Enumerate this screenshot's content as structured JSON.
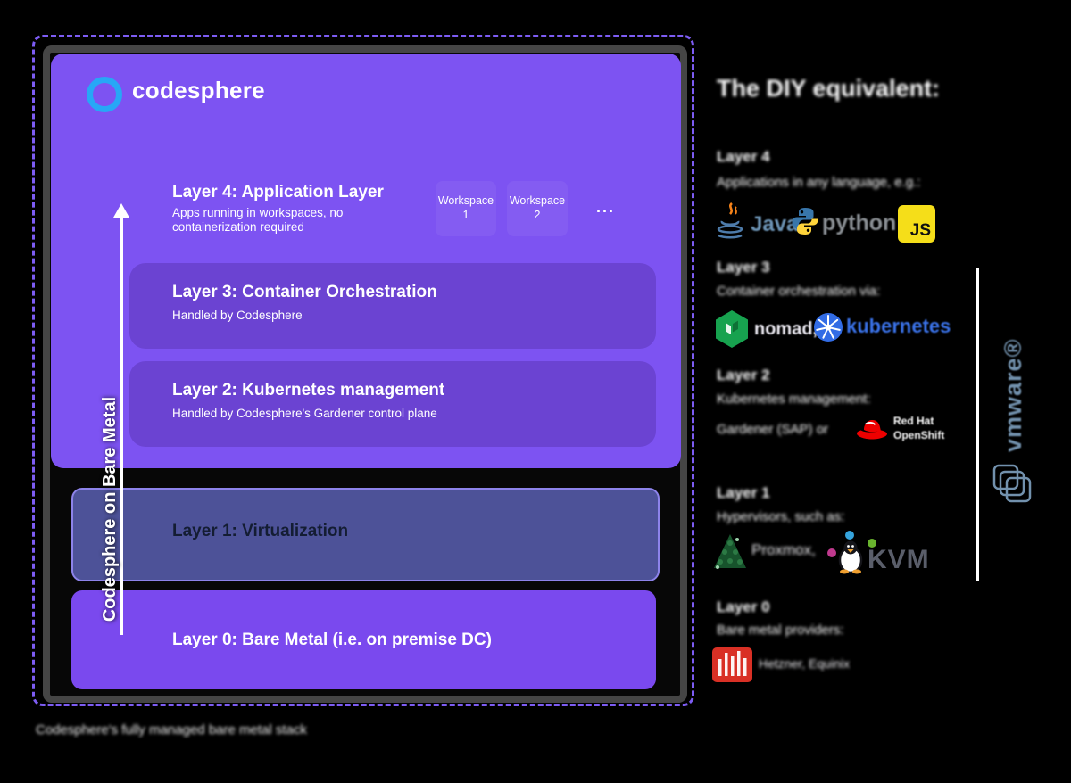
{
  "diagram": {
    "brand": "codesphere",
    "side_label": "Codesphere on Bare Metal",
    "caption": "Codesphere's fully managed bare metal stack",
    "layer4": {
      "title": "Layer 4: Application Layer",
      "desc_line1": "Apps running in workspaces, no",
      "desc_line2": "containerization required",
      "workspace1_line1": "Workspace",
      "workspace1_line2": "1",
      "workspace2_line1": "Workspace",
      "workspace2_line2": "2",
      "more": "..."
    },
    "layer3": {
      "title": "Layer 3: Container Orchestration",
      "desc": "Handled by Codesphere"
    },
    "layer2": {
      "title": "Layer 2: Kubernetes management",
      "desc": "Handled by Codesphere's Gardener control plane"
    },
    "layer1": {
      "title": "Layer 1: Virtualization"
    },
    "layer0": {
      "title": "Layer 0: Bare Metal (i.e. on premise DC)"
    }
  },
  "alternatives": {
    "title": "The DIY equivalent:",
    "sections": [
      {
        "heading": "Layer 4",
        "text": "Applications in any language, e.g.:",
        "logo_labels": {
          "java": "Java",
          "python": "python",
          "js": "JS"
        }
      },
      {
        "heading": "Layer 3",
        "text": "Container orchestration via:",
        "logo_labels": {
          "nomad": "nomad,",
          "kubernetes": "kubernetes"
        }
      },
      {
        "heading": "Layer 2",
        "text": "Kubernetes management:",
        "lead": "Gardener (SAP) or",
        "logo_labels": {
          "redhat_line1": "Red Hat",
          "redhat_line2": "OpenShift"
        }
      },
      {
        "heading": "Layer 1",
        "text": "Hypervisors, such as:",
        "logo_labels": {
          "virtualization": "Proxmox,",
          "kvm": "KVM"
        }
      },
      {
        "heading": "Layer 0",
        "text": "Bare metal providers:",
        "logo_labels": {
          "providers": "Hetzner, Equinix"
        }
      }
    ],
    "vmware_label": "vmware®"
  },
  "colors": {
    "accent_purple": "#7d53f2",
    "inner_box_purple": "#6b43d2",
    "virtualization_box": "#4d5298",
    "bare_metal_box": "#7a49ee",
    "dashed_border": "#7d5cf3",
    "frame_gray": "#454545",
    "logo_ring_blue": "#27a7f6",
    "js_yellow": "#f5de19",
    "kubernetes_blue": "#326ce5",
    "nomad_green": "#17a24f",
    "redhat_red": "#ee0000",
    "vmware_blue_gray": "#7291ad"
  }
}
